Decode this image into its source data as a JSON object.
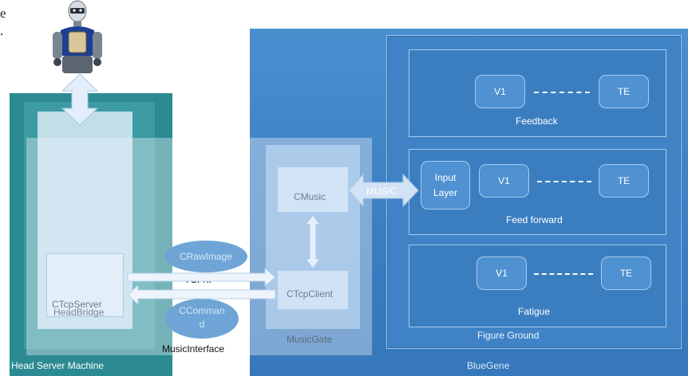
{
  "fragment": {
    "line1": "e",
    "line2": "."
  },
  "bluegene": {
    "label": "BlueGene"
  },
  "figure_ground": {
    "label": "Figure Ground",
    "layers": [
      {
        "label": "Feedback",
        "nodes": [
          "V1",
          "TE"
        ]
      },
      {
        "label": "Feed forward",
        "input_node": "Input\nLayer",
        "nodes": [
          "V1",
          "TE"
        ]
      },
      {
        "label": "Fatigue",
        "nodes": [
          "V1",
          "TE"
        ]
      }
    ]
  },
  "head_server": {
    "label": "Head Server Machine"
  },
  "head_bridge": {
    "label": "HeadBridge",
    "ctcpserver": "CTcpServer"
  },
  "music_gate": {
    "label": "MusicGate",
    "cmusic": "CMusic",
    "ctcpclient": "CTcpClient"
  },
  "music_interface": {
    "label": "MusicInterface"
  },
  "channels": {
    "crawimage": "CRawImage",
    "ccommand": "CComman\nd",
    "tcpip": "TCP/IP",
    "music": "MUSIC"
  },
  "colors": {
    "bluegene": "#3c7fc2",
    "head_server": "#2b8a92",
    "node": "#4f91d1",
    "border": "#a6cbee"
  }
}
